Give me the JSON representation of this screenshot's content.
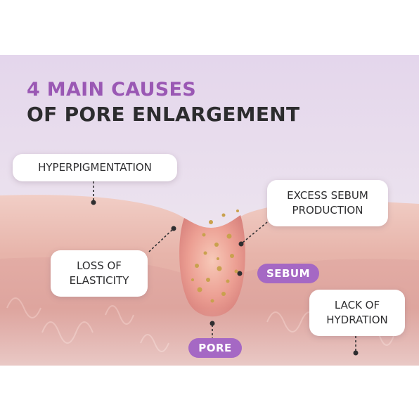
{
  "title": {
    "line1": "4 MAIN CAUSES",
    "line2": "OF PORE ENLARGEMENT"
  },
  "callouts": {
    "hyperpigmentation": "HYPERPIGMENTATION",
    "excess_sebum_line1": "EXCESS SEBUM",
    "excess_sebum_line2": "PRODUCTION",
    "loss_elasticity_line1": "LOSS OF",
    "loss_elasticity_line2": "ELASTICITY",
    "lack_hydration_line1": "LACK OF",
    "lack_hydration_line2": "HYDRATION"
  },
  "labels": {
    "sebum": "SEBUM",
    "pore": "PORE"
  },
  "colors": {
    "accent_purple": "#a568c4",
    "title_purple": "#9a58b4",
    "title_dark": "#2c2c2e",
    "skin": "#e8b7ae",
    "sebum_gold": "#c9a14e"
  }
}
